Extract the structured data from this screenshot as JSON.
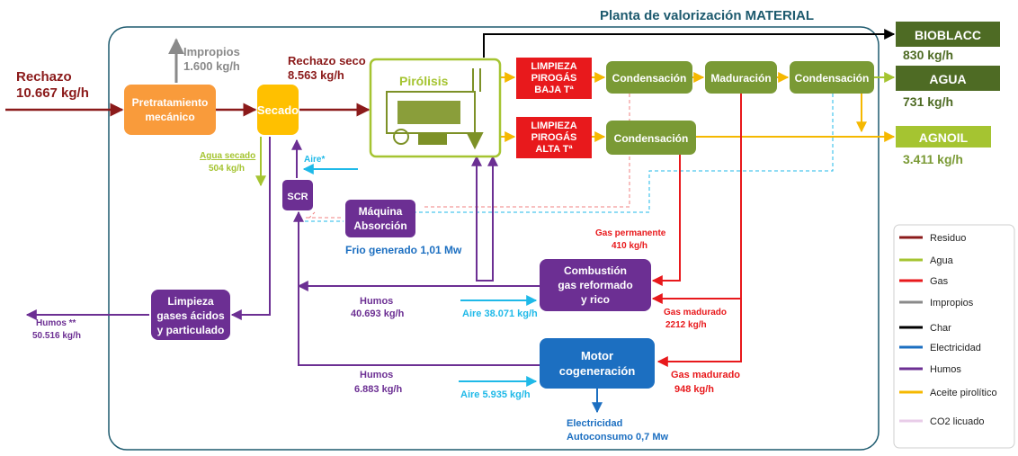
{
  "title": "Planta de valorización MATERIAL",
  "inputs": {
    "rechazo_label": "Rechazo",
    "rechazo_value": "10.667 kg/h",
    "impropios_label": "Impropios",
    "impropios_value": "1.600 kg/h",
    "rechazo_seco_label": "Rechazo seco",
    "rechazo_seco_value": "8.563 kg/h"
  },
  "boxes": {
    "pretratamiento_1": "Pretratamiento",
    "pretratamiento_2": "mecánico",
    "secado": "Secado",
    "pirolisis": "Pirólisis",
    "limpieza_baja_1": "LIMPIEZA",
    "limpieza_baja_2": "PIROGÁS",
    "limpieza_baja_3": "BAJA Tª",
    "limpieza_alta_1": "LIMPIEZA",
    "limpieza_alta_2": "PIROGÁS",
    "limpieza_alta_3": "ALTA Tª",
    "condensacion_1": "Condensación",
    "maduracion": "Maduración",
    "condensacion_2": "Condensación",
    "condensacion_3": "Condensación",
    "scr": "SCR",
    "maquina_1": "Máquina",
    "maquina_2": "Absorción",
    "combustion_1": "Combustión",
    "combustion_2": "gas reformado",
    "combustion_3": "y rico",
    "limpieza_gases_1": "Limpieza",
    "limpieza_gases_2": "gases ácidos",
    "limpieza_gases_3": "y particulado",
    "motor_1": "Motor",
    "motor_2": "cogeneración"
  },
  "outputs": {
    "bioblacc_label": "BIOBLACC",
    "bioblacc_value": "830 kg/h",
    "agua_label": "AGUA",
    "agua_value": "731 kg/h",
    "agnoil_label": "AGNOIL",
    "agnoil_value": "3.411 kg/h"
  },
  "flows": {
    "agua_secado_label": "Agua secado",
    "agua_secado_value": "504 kg/h",
    "aire_star": "Aire*",
    "frio": "Frio generado 1,01 Mw",
    "gas_permanente_label": "Gas permanente",
    "gas_permanente_value": "410 kg/h",
    "humos_1_label": "Humos",
    "humos_1_value": "40.693 kg/h",
    "aire_combustion": "Aire 38.071 kg/h",
    "gas_madurado_1_label": "Gas madurado",
    "gas_madurado_1_value": "2212 kg/h",
    "humos_out_label": "Humos **",
    "humos_out_value": "50.516 kg/h",
    "humos_2_label": "Humos",
    "humos_2_value": "6.883 kg/h",
    "aire_motor": "Aire 5.935 kg/h",
    "gas_madurado_2_label": "Gas madurado",
    "gas_madurado_2_value": "948  kg/h",
    "electricidad_1": "Electricidad",
    "electricidad_2": "Autoconsumo 0,7 Mw"
  },
  "legend": [
    {
      "label": "Residuo",
      "color": "#8b1a1a"
    },
    {
      "label": "Agua",
      "color": "#a5c431"
    },
    {
      "label": "Gas",
      "color": "#e8191c"
    },
    {
      "label": "Impropios",
      "color": "#8a8a8a"
    },
    {
      "label": "Char",
      "color": "#000000"
    },
    {
      "label": "Electricidad",
      "color": "#1c6fc1"
    },
    {
      "label": "Humos",
      "color": "#6c2f93"
    },
    {
      "label": "Aceite pirolítico",
      "color": "#f5b800"
    },
    {
      "label": "CO2 licuado",
      "color": "#e8cce8"
    }
  ]
}
